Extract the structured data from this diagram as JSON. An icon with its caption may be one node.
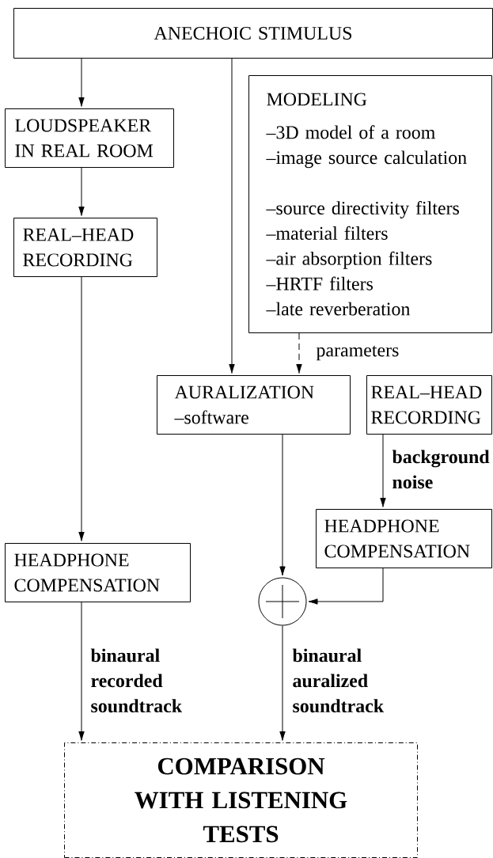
{
  "diagram": {
    "nodes": [
      {
        "text": [
          "ANECHOIC STIMULUS"
        ]
      },
      {
        "text": [
          "LOUDSPEAKER IN REAL ROOM"
        ]
      },
      {
        "text": [
          "REAL–HEAD RECORDING"
        ]
      },
      {
        "text": [
          "MODELING",
          "–3D model of a room",
          "–image source calculation",
          "–source directivity filters",
          "–material filters",
          "–air absorption filters",
          "–HRTF filters",
          "–late reverberation"
        ]
      },
      {
        "text": [
          "AURALIZATION",
          "–software"
        ]
      },
      {
        "text": [
          "REAL–HEAD RECORDING"
        ]
      },
      {
        "text": [
          "HEADPHONE COMPENSATION"
        ]
      },
      {
        "text": [
          "HEADPHONE COMPENSATION"
        ]
      },
      {
        "text": [],
        "shape": "circle"
      },
      {
        "text": [
          "COMPARISON WITH LISTENING TESTS"
        ]
      }
    ],
    "edges": [
      {
        "from": 0,
        "to": 1,
        "arrow": "to"
      },
      {
        "from": 1,
        "to": 2,
        "arrow": "to"
      },
      {
        "from": 2,
        "to": 7,
        "arrow": "to"
      },
      {
        "from": 0,
        "to": 4,
        "arrow": "to"
      },
      {
        "from": 3,
        "to": 4,
        "arrow": "to",
        "style": "dashed",
        "label": "parameters"
      },
      {
        "from": 5,
        "to": 6,
        "arrow": "to",
        "label": "background noise"
      },
      {
        "from": 4,
        "to": 8,
        "arrow": "to"
      },
      {
        "from": 6,
        "to": 8,
        "arrow": "to"
      },
      {
        "from": 7,
        "to": 9,
        "arrow": "to",
        "label": "binaural recorded soundtrack"
      },
      {
        "from": 8,
        "to": 9,
        "arrow": "to",
        "label": "binaural auralized soundtrack"
      }
    ]
  }
}
